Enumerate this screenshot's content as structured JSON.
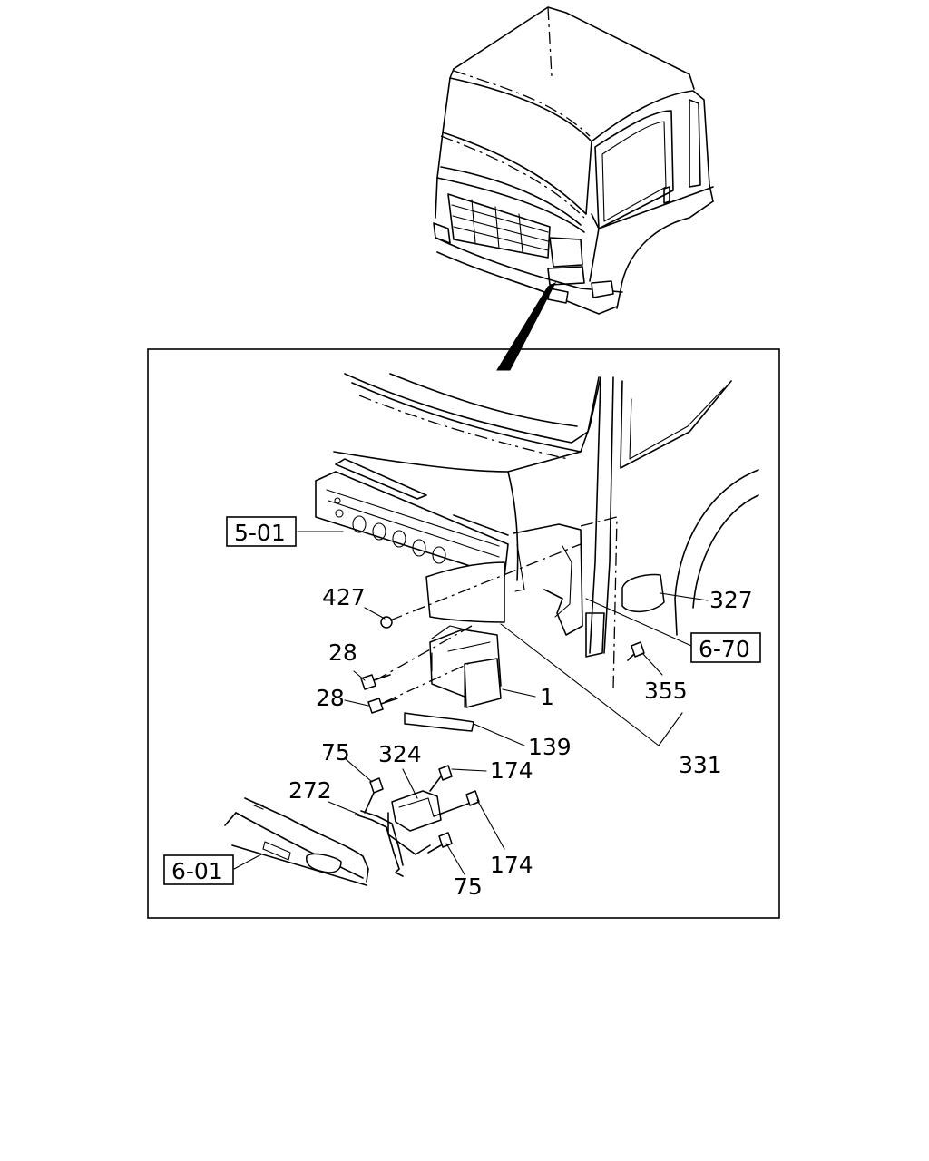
{
  "callouts": {
    "c_5_01": "5-01",
    "c_427": "427",
    "c_28_a": "28",
    "c_28_b": "28",
    "c_1": "1",
    "c_139": "139",
    "c_75_a": "75",
    "c_324": "324",
    "c_174_a": "174",
    "c_272": "272",
    "c_174_b": "174",
    "c_6_01": "6-01",
    "c_75_b": "75",
    "c_327": "327",
    "c_6_70": "6-70",
    "c_355": "355",
    "c_331": "331"
  }
}
